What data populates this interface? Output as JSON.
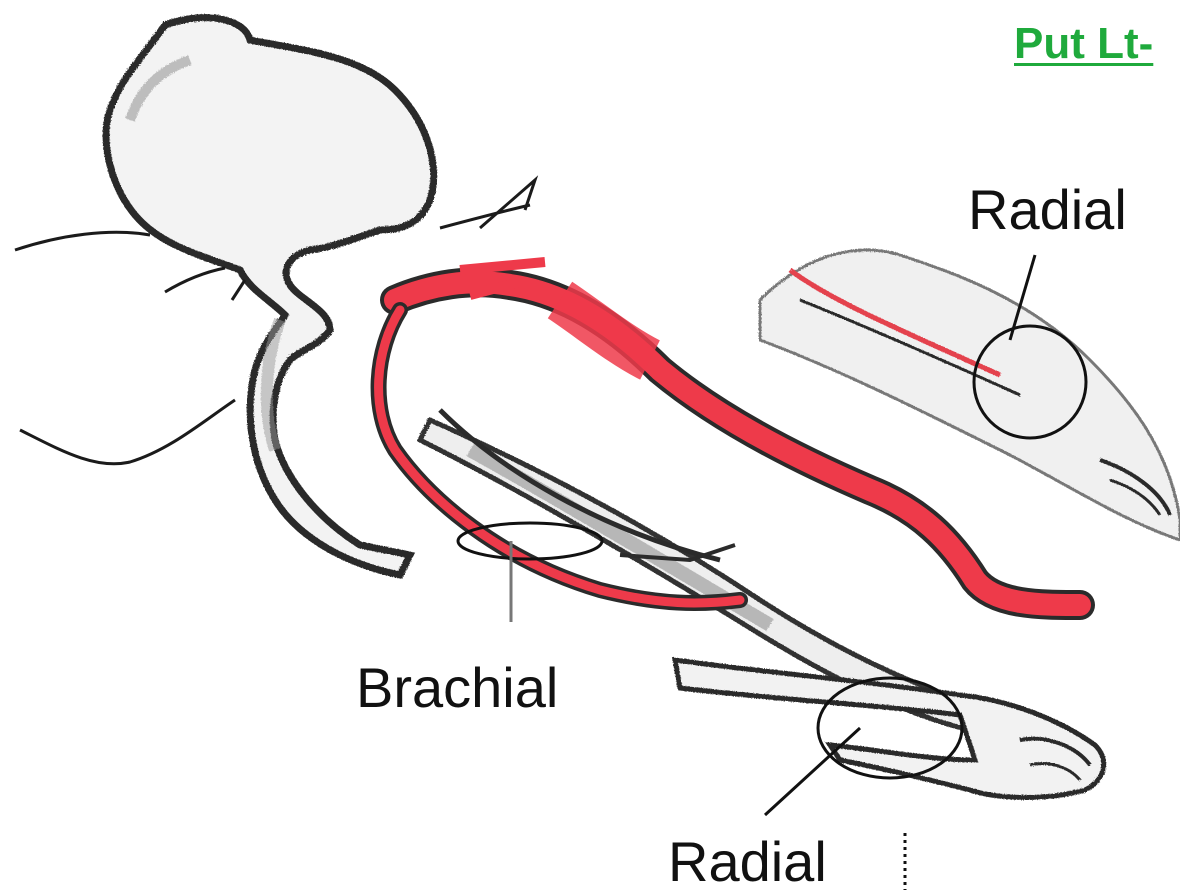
{
  "title": "Put Lt-",
  "labels": {
    "brachial": "Brachial",
    "radial_inset": "Radial",
    "radial_main": "Radial"
  },
  "colors": {
    "title": "#1faa3c",
    "artery": "#ee3a4a",
    "outline": "#222222",
    "shade": "#9a9a9a"
  }
}
